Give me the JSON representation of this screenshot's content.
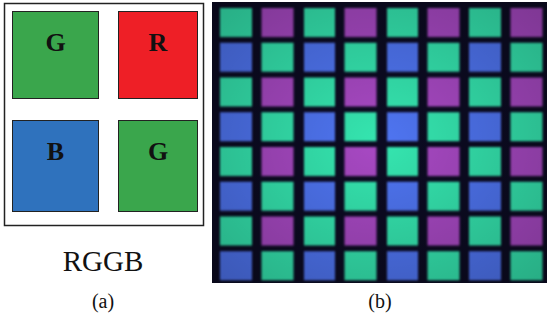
{
  "diagram": {
    "nodes": [
      {
        "text": [
          "G"
        ]
      },
      {
        "text": [
          "R"
        ]
      },
      {
        "text": [
          "B"
        ]
      },
      {
        "text": [
          "G"
        ]
      }
    ],
    "labels": [
      "RGGB",
      "(a)",
      "(b)"
    ]
  }
}
